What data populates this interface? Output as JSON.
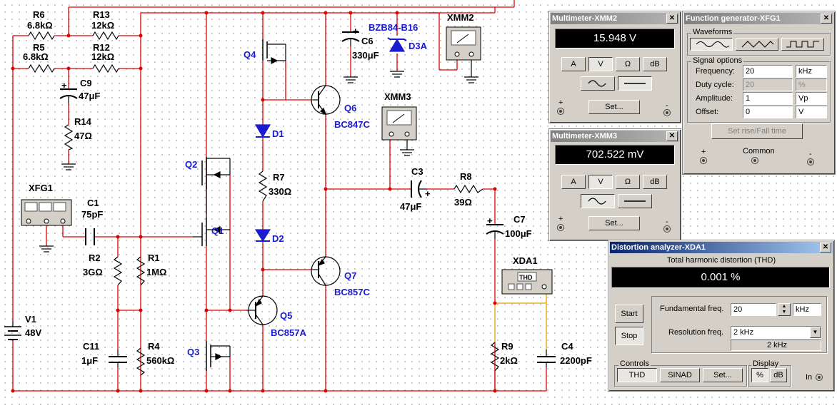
{
  "schematic": {
    "components": {
      "r6": {
        "name": "R6",
        "value": "6.8kΩ"
      },
      "r13": {
        "name": "R13",
        "value": "12kΩ"
      },
      "r5": {
        "name": "R5",
        "value": "6.8kΩ"
      },
      "r12": {
        "name": "R12",
        "value": "12kΩ"
      },
      "c9": {
        "name": "C9",
        "value": "47μF"
      },
      "r14": {
        "name": "R14",
        "value": "47Ω"
      },
      "xfg1": {
        "name": "XFG1"
      },
      "c1": {
        "name": "C1",
        "value": "75pF"
      },
      "r2": {
        "name": "R2",
        "value": "3GΩ"
      },
      "r1": {
        "name": "R1",
        "value": "1MΩ"
      },
      "c11": {
        "name": "C11",
        "value": "1μF"
      },
      "r4": {
        "name": "R4",
        "value": "560kΩ"
      },
      "v1": {
        "name": "V1",
        "value": "48V"
      },
      "q1": {
        "name": "Q1"
      },
      "q2": {
        "name": "Q2"
      },
      "q3": {
        "name": "Q3"
      },
      "q4": {
        "name": "Q4"
      },
      "q5": {
        "name": "Q5",
        "part": "BC857A"
      },
      "q6": {
        "name": "Q6",
        "part": "BC847C"
      },
      "q7": {
        "name": "Q7",
        "part": "BC857C"
      },
      "d1": {
        "name": "D1"
      },
      "d2": {
        "name": "D2"
      },
      "r7": {
        "name": "R7",
        "value": "330Ω"
      },
      "c6": {
        "name": "C6",
        "value": "330μF"
      },
      "d3a": {
        "name": "D3A",
        "part": "BZB84-B16"
      },
      "xmm2": {
        "name": "XMM2"
      },
      "xmm3": {
        "name": "XMM3"
      },
      "c3": {
        "name": "C3",
        "value": "47μF"
      },
      "r8": {
        "name": "R8",
        "value": "39Ω"
      },
      "c7": {
        "name": "C7",
        "value": "100μF"
      },
      "xda1": {
        "name": "XDA1",
        "display": "THD"
      },
      "r9": {
        "name": "R9",
        "value": "2kΩ"
      },
      "c4": {
        "name": "C4",
        "value": "2200pF"
      }
    }
  },
  "multimeter_xmm2": {
    "title": "Multimeter-XMM2",
    "reading": "15.948 V",
    "buttons": [
      "A",
      "V",
      "Ω",
      "dB"
    ],
    "active_button": "V",
    "set_label": "Set...",
    "plus": "+",
    "minus": "-"
  },
  "multimeter_xmm3": {
    "title": "Multimeter-XMM3",
    "reading": "702.522 mV",
    "buttons": [
      "A",
      "V",
      "Ω",
      "dB"
    ],
    "active_button": "V",
    "set_label": "Set...",
    "plus": "+",
    "minus": "-"
  },
  "function_generator": {
    "title": "Function generator-XFG1",
    "waveforms_label": "Waveforms",
    "signal_options_label": "Signal options",
    "rows": [
      {
        "label": "Frequency:",
        "value": "20",
        "unit": "kHz",
        "enabled": true
      },
      {
        "label": "Duty cycle:",
        "value": "20",
        "unit": "%",
        "enabled": false
      },
      {
        "label": "Amplitude:",
        "value": "1",
        "unit": "Vp",
        "enabled": true
      },
      {
        "label": "Offset:",
        "value": "0",
        "unit": "V",
        "enabled": true
      }
    ],
    "rise_fall_label": "Set rise/Fall time",
    "plus": "+",
    "common": "Common",
    "minus": "-"
  },
  "distortion_analyzer": {
    "title": "Distortion analyzer-XDA1",
    "heading": "Total harmonic distortion (THD)",
    "reading": "0.001 %",
    "start_label": "Start",
    "stop_label": "Stop",
    "fundamental_label": "Fundamental freq.",
    "fundamental_value": "20",
    "fundamental_unit": "kHz",
    "resolution_label": "Resolution freq.",
    "resolution_value": "2 kHz",
    "resolution_readout": "2 kHz",
    "controls_label": "Controls",
    "thd_label": "THD",
    "sinad_label": "SINAD",
    "set_label": "Set...",
    "display_label": "Display",
    "percent_label": "%",
    "db_label": "dB",
    "in_label": "In"
  },
  "colors": {
    "wire": "#e00000",
    "probe_wire": "#e8a000",
    "label_blue": "#1a1ad0",
    "active_title": "#0a246a"
  }
}
